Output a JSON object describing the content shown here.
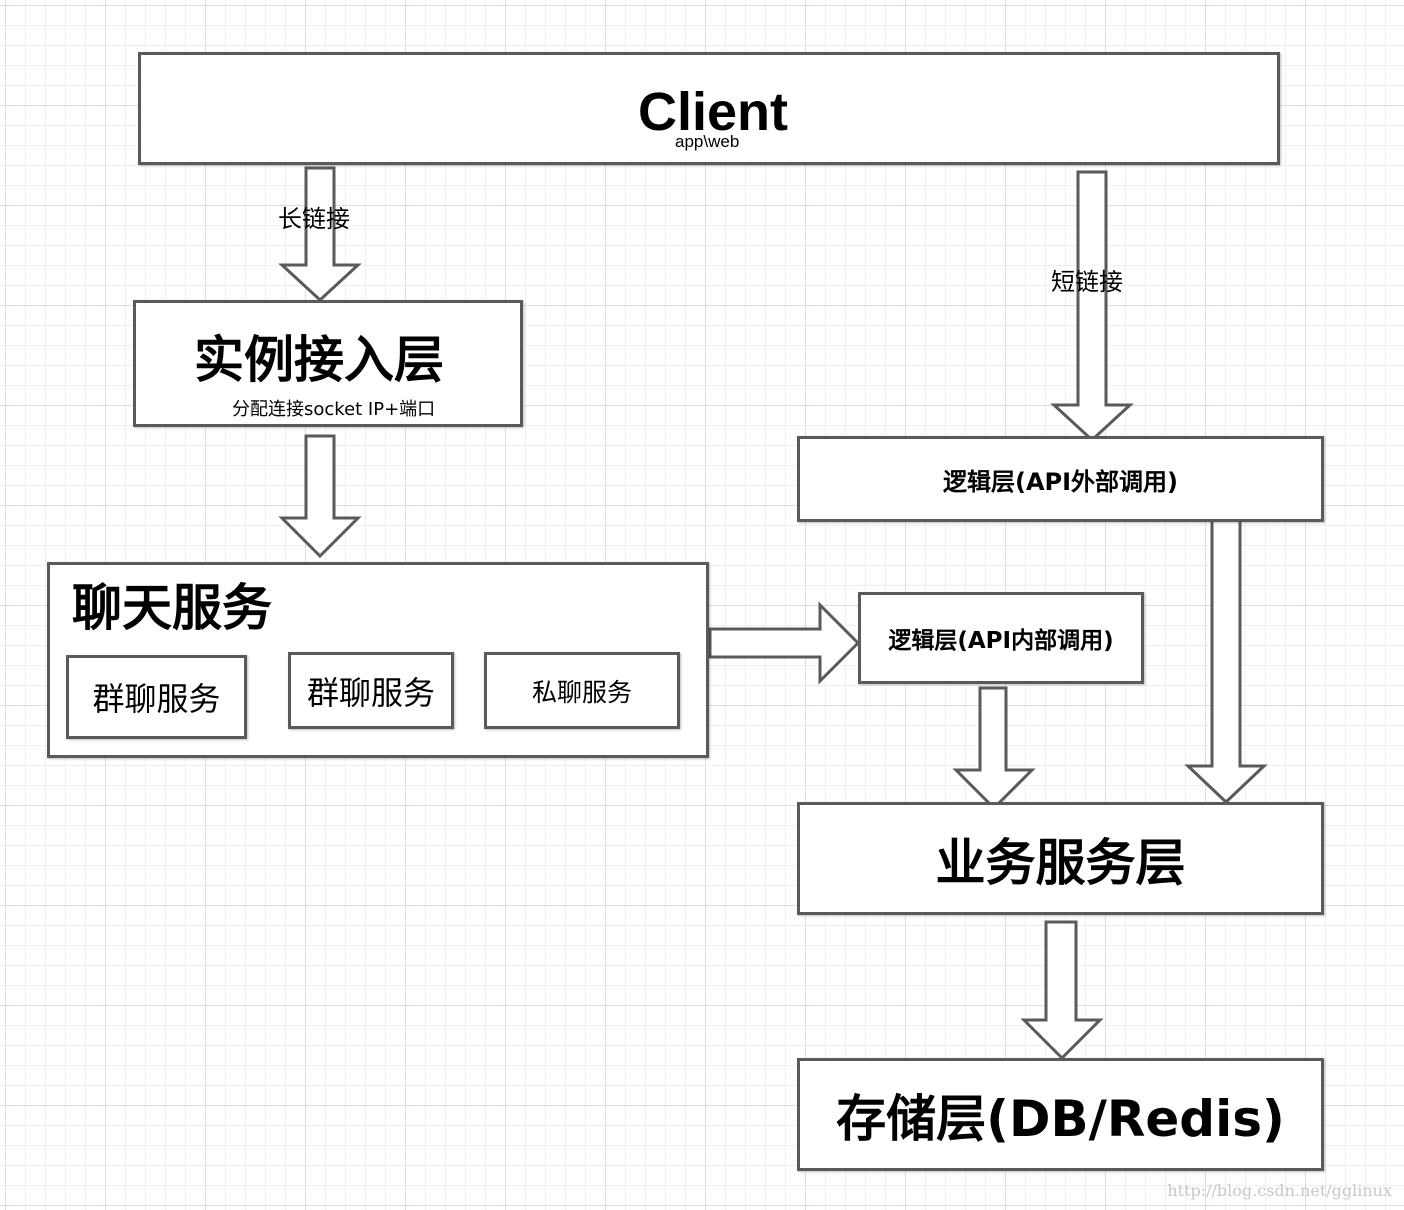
{
  "client": {
    "title": "Client",
    "subtitle": "app\\web"
  },
  "edges": {
    "long_conn": "长链接",
    "short_conn": "短链接"
  },
  "access_layer": {
    "title": "实例接入层",
    "subtitle": "分配连接socket IP+端口"
  },
  "chat_service": {
    "title": "聊天服务",
    "items": [
      {
        "label": "群聊服务"
      },
      {
        "label": "群聊服务"
      },
      {
        "label": "私聊服务"
      }
    ]
  },
  "logic_external": {
    "label": "逻辑层(API外部调用)"
  },
  "logic_internal": {
    "label": "逻辑层(API内部调用)"
  },
  "business_layer": {
    "label": "业务服务层"
  },
  "storage_layer": {
    "label": "存储层(DB/Redis)"
  },
  "watermark": "http://blog.csdn.net/gglinux",
  "colors": {
    "border": "#5a5a5a",
    "grid": "#dcdcf0",
    "watermark": "#c8c8c8"
  }
}
